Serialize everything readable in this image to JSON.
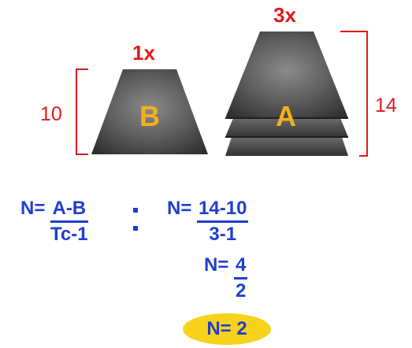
{
  "stacks": {
    "b": {
      "multiplier": "1x",
      "letter": "B",
      "height_label": "10"
    },
    "a": {
      "multiplier": "3x",
      "letter": "A",
      "height_label": "14"
    }
  },
  "formula_general": {
    "prefix": "N=",
    "numerator": "A-B",
    "denominator": "Tc-1"
  },
  "formula_substituted": {
    "prefix": "N=",
    "numerator": "14-10",
    "denominator": "3-1"
  },
  "formula_simplified": {
    "prefix": "N=",
    "numerator": "4",
    "denominator": "2"
  },
  "result": {
    "text": "N= 2"
  },
  "colors": {
    "formula_blue": "#1e3fcf",
    "dimension_red": "#e01a1a",
    "letter_gold": "#f2b020",
    "result_yellow": "#f7d21a"
  }
}
